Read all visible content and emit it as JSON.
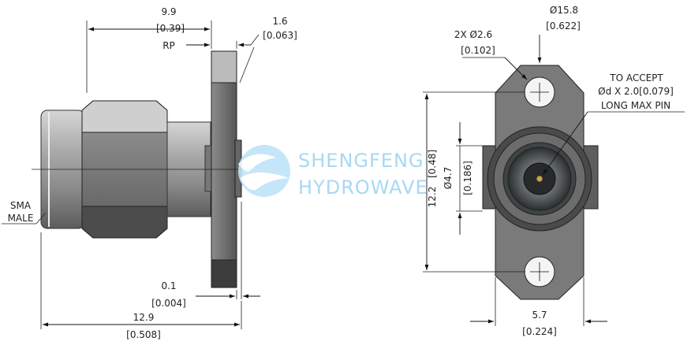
{
  "drawing": {
    "watermark": {
      "line1": "SHENGFENG",
      "line2": "HYDROWAVE"
    },
    "side_view": {
      "label_line1": "SMA",
      "label_line2": "MALE",
      "top_dim_mm": "9.9",
      "top_dim_in": "[0.39]",
      "rp": "RP",
      "flange_dim_mm": "1.6",
      "flange_dim_in": "[0.063]",
      "gap_dim_mm": "0.1",
      "gap_dim_in": "[0.004]",
      "overall_mm": "12.9",
      "overall_in": "[0.508]"
    },
    "front_view": {
      "hole_mm": "2X Ø2.6",
      "hole_in": "[0.102]",
      "dia_mm": "Ø15.8",
      "dia_in": "[0.622]",
      "note_line1": "TO ACCEPT",
      "note_line2": "Ød X 2.0[0.079]",
      "note_line3": "LONG MAX PIN",
      "height_mm": "12.2",
      "height_in": "[0.48]",
      "boss_mm": "Ø4.7",
      "boss_in": "[0.186]",
      "width_mm": "5.7",
      "width_in": "[0.224]"
    }
  }
}
